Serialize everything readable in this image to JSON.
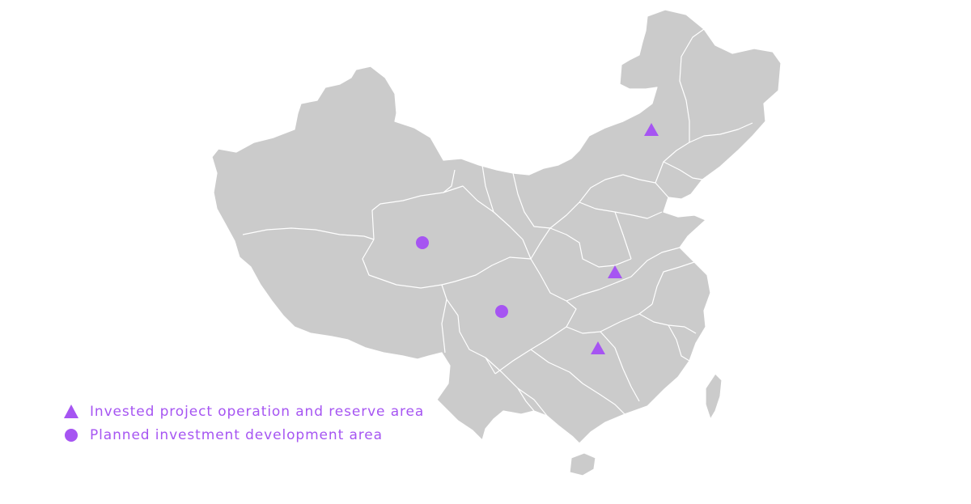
{
  "colors": {
    "marker": "#a655f2",
    "land": "#cbcbcb",
    "border": "#ffffff"
  },
  "legend": {
    "invested": {
      "symbol": "triangle",
      "label": "Invested project operation and reserve area"
    },
    "planned": {
      "symbol": "circle",
      "label": "Planned investment development area"
    }
  },
  "markers": {
    "invested": [
      {
        "region": "Inner Mongolia (northeast)"
      },
      {
        "region": "Henan"
      },
      {
        "region": "Hunan"
      }
    ],
    "planned": [
      {
        "region": "Qinghai"
      },
      {
        "region": "Sichuan"
      }
    ]
  }
}
